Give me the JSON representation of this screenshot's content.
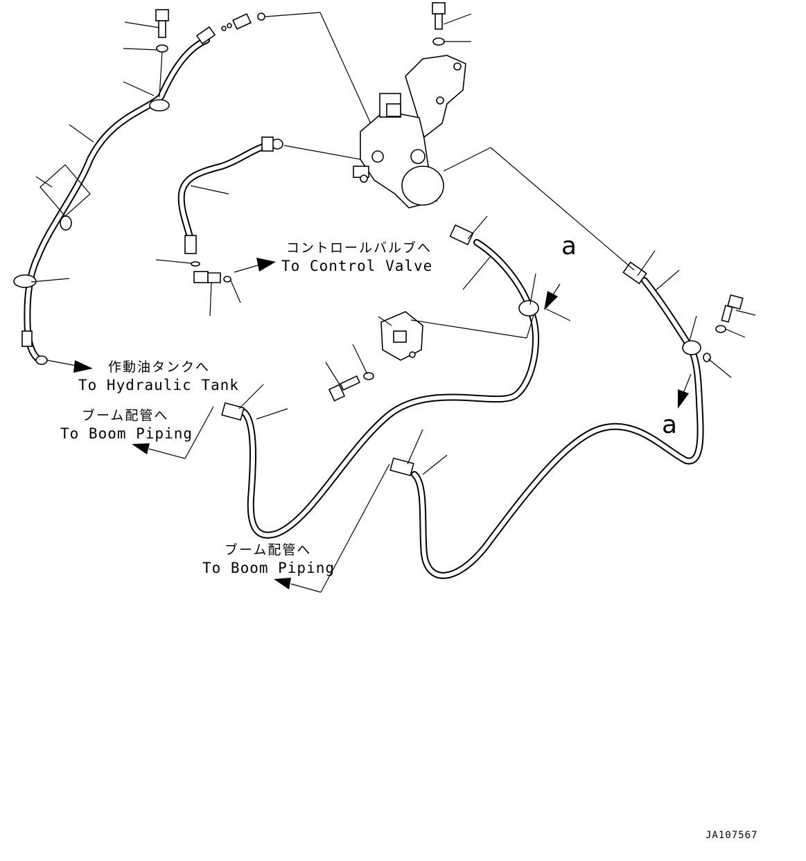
{
  "labels": {
    "control_valve_jp": "コントロールバルブへ",
    "control_valve_en": "To Control Valve",
    "hydraulic_tank_jp": "作動油タンクへ",
    "hydraulic_tank_en": "To Hydraulic Tank",
    "boom_piping_1_jp": "ブーム配管へ",
    "boom_piping_1_en": "To Boom Piping",
    "boom_piping_2_jp": "ブーム配管へ",
    "boom_piping_2_en": "To Boom Piping"
  },
  "callouts": {
    "a_upper": "a",
    "a_lower": "a"
  },
  "drawing_code": "JA107567"
}
